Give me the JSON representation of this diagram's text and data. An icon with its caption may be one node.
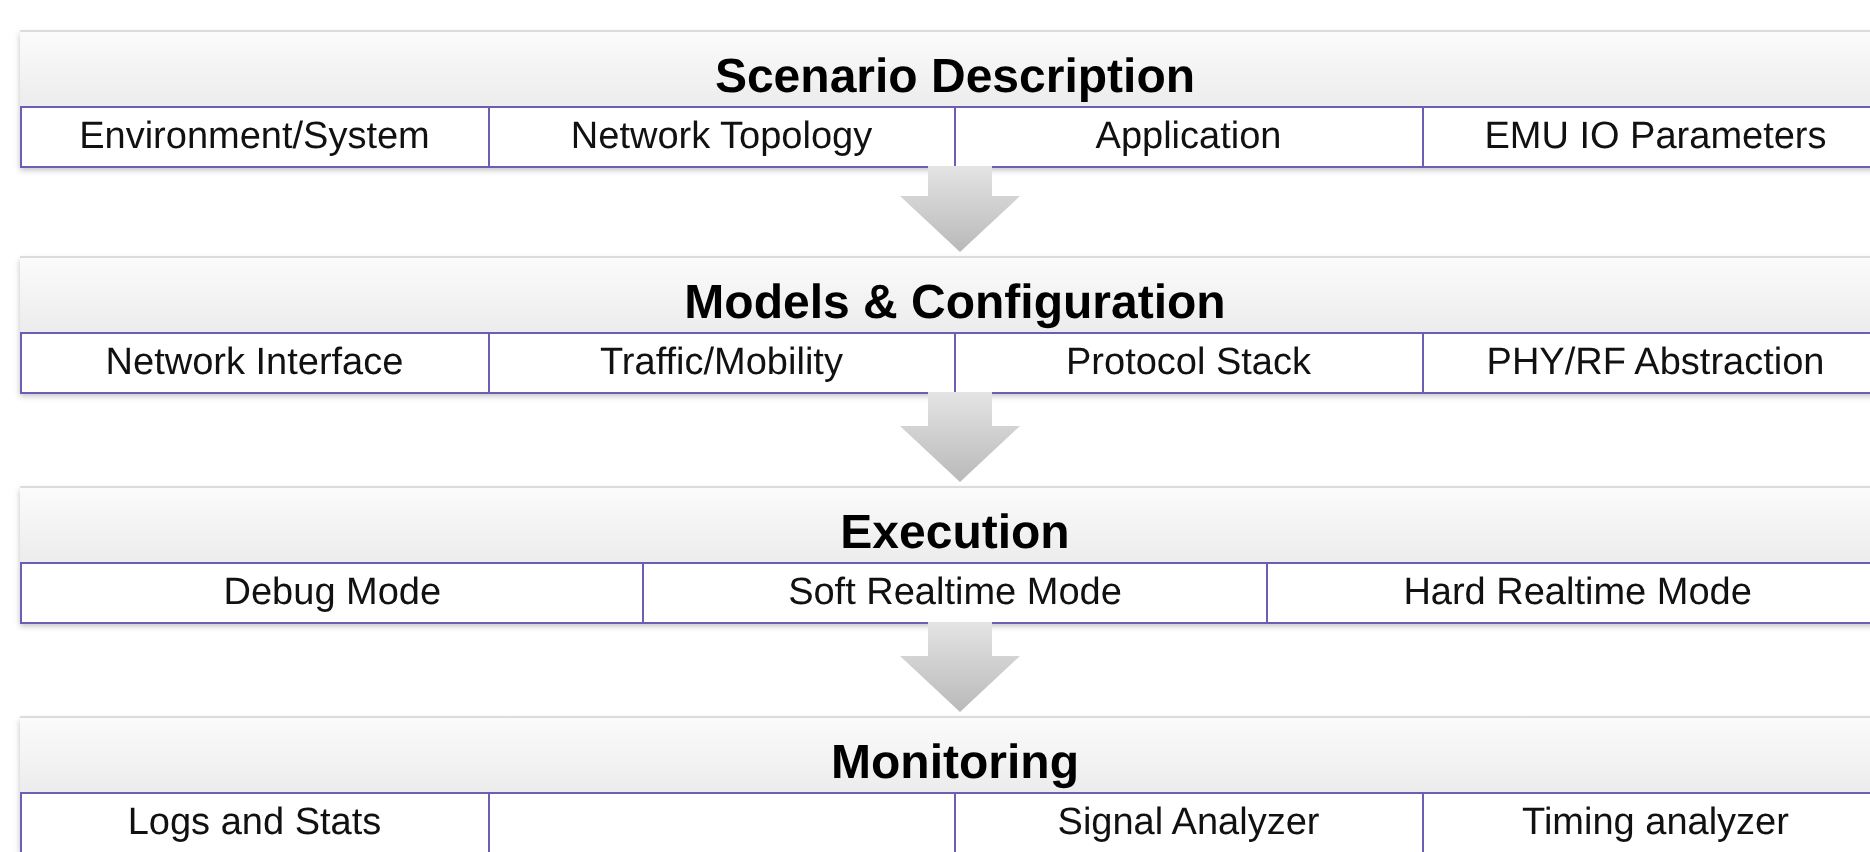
{
  "diagram": {
    "nodes": [
      {
        "text": [
          "Scenario Description"
        ]
      },
      {
        "text": [
          "Environment/System"
        ],
        "in": 0
      },
      {
        "text": [
          "Network Topology"
        ],
        "in": 0
      },
      {
        "text": [
          "Application"
        ],
        "in": 0
      },
      {
        "text": [
          "EMU IO Parameters"
        ],
        "in": 0
      },
      {
        "text": [
          "Models & Configuration"
        ]
      },
      {
        "text": [
          "Network Interface"
        ],
        "in": 5
      },
      {
        "text": [
          "Traffic/Mobility"
        ],
        "in": 5
      },
      {
        "text": [
          "Protocol Stack"
        ],
        "in": 5
      },
      {
        "text": [
          "PHY/RF Abstraction"
        ],
        "in": 5
      },
      {
        "text": [
          "Execution"
        ]
      },
      {
        "text": [
          "Debug Mode"
        ],
        "in": 10
      },
      {
        "text": [
          "Soft Realtime Mode"
        ],
        "in": 10
      },
      {
        "text": [
          "Hard Realtime Mode"
        ],
        "in": 10
      },
      {
        "text": [
          "Monitoring"
        ]
      },
      {
        "text": [
          "Logs and Stats"
        ],
        "in": 14
      },
      {
        "text": [],
        "shape": "box",
        "in": 14
      },
      {
        "text": [
          "Signal Analyzer"
        ],
        "in": 14
      },
      {
        "text": [
          "Timing analyzer"
        ],
        "in": 14
      }
    ],
    "edges": [
      {
        "from": 0,
        "to": 5,
        "arrow": "to"
      },
      {
        "from": 5,
        "to": 10,
        "arrow": "to"
      },
      {
        "from": 10,
        "to": 14,
        "arrow": "to"
      }
    ]
  }
}
